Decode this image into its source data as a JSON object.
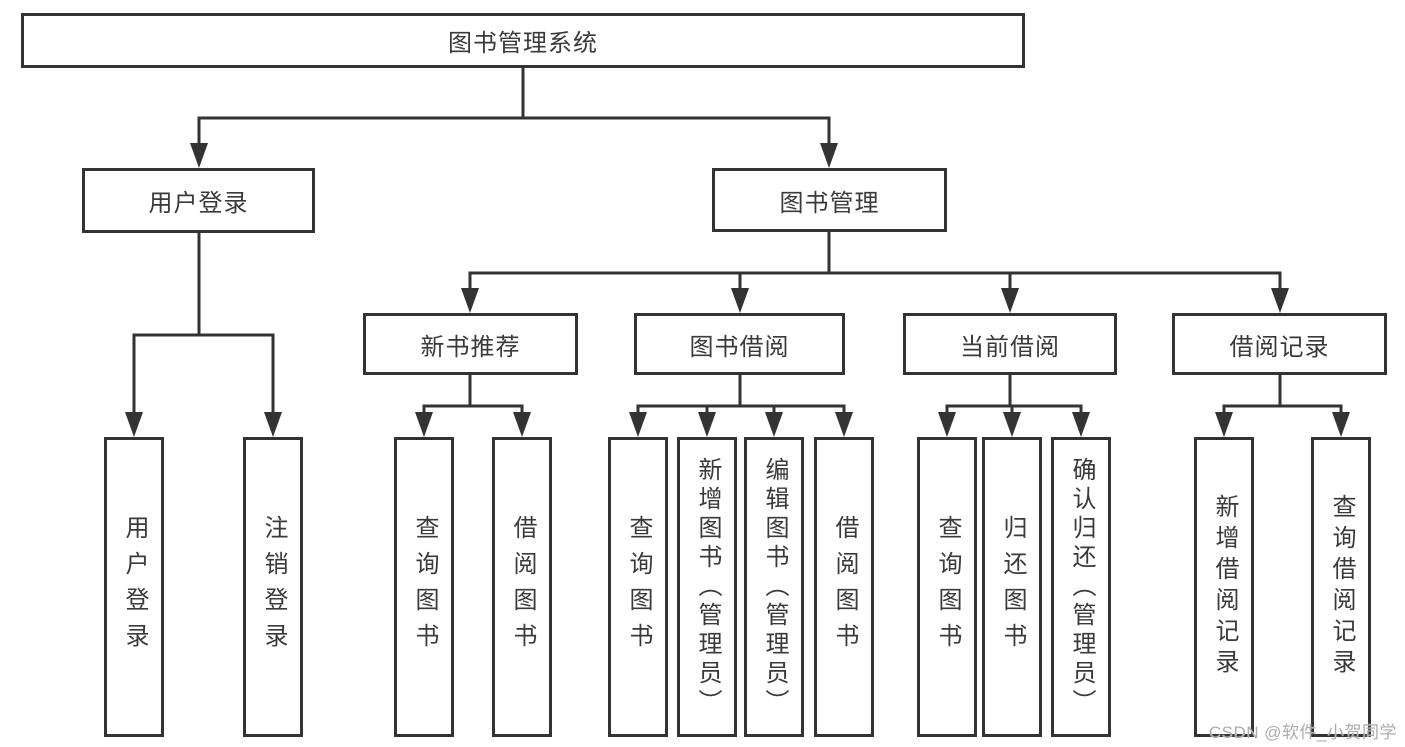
{
  "diagram": {
    "root": {
      "label": "图书管理系统"
    },
    "level1": [
      {
        "id": "user_login",
        "label": "用户登录"
      },
      {
        "id": "book_mgmt",
        "label": "图书管理"
      }
    ],
    "level2": [
      {
        "id": "new_book_rec",
        "label": "新书推荐"
      },
      {
        "id": "book_borrow",
        "label": "图书借阅"
      },
      {
        "id": "current_borrow",
        "label": "当前借阅"
      },
      {
        "id": "borrow_record",
        "label": "借阅记录"
      }
    ],
    "leaves": {
      "user_login": [
        "用户登录",
        "注销登录"
      ],
      "new_book_rec": [
        "查询图书",
        "借阅图书"
      ],
      "book_borrow": [
        "查询图书",
        "新增图书（管理员）",
        "编辑图书（管理员）",
        "借阅图书"
      ],
      "current_borrow": [
        "查询图书",
        "归还图书",
        "确认归还（管理员）"
      ],
      "borrow_record": [
        "新增借阅记录",
        "查询借阅记录"
      ]
    }
  },
  "watermark": "CSDN @软件_小贺同学",
  "colors": {
    "line": "#333333",
    "box_border": "#333333",
    "text": "#3a3a3a",
    "watermark": "#acacac",
    "background": "#ffffff"
  }
}
